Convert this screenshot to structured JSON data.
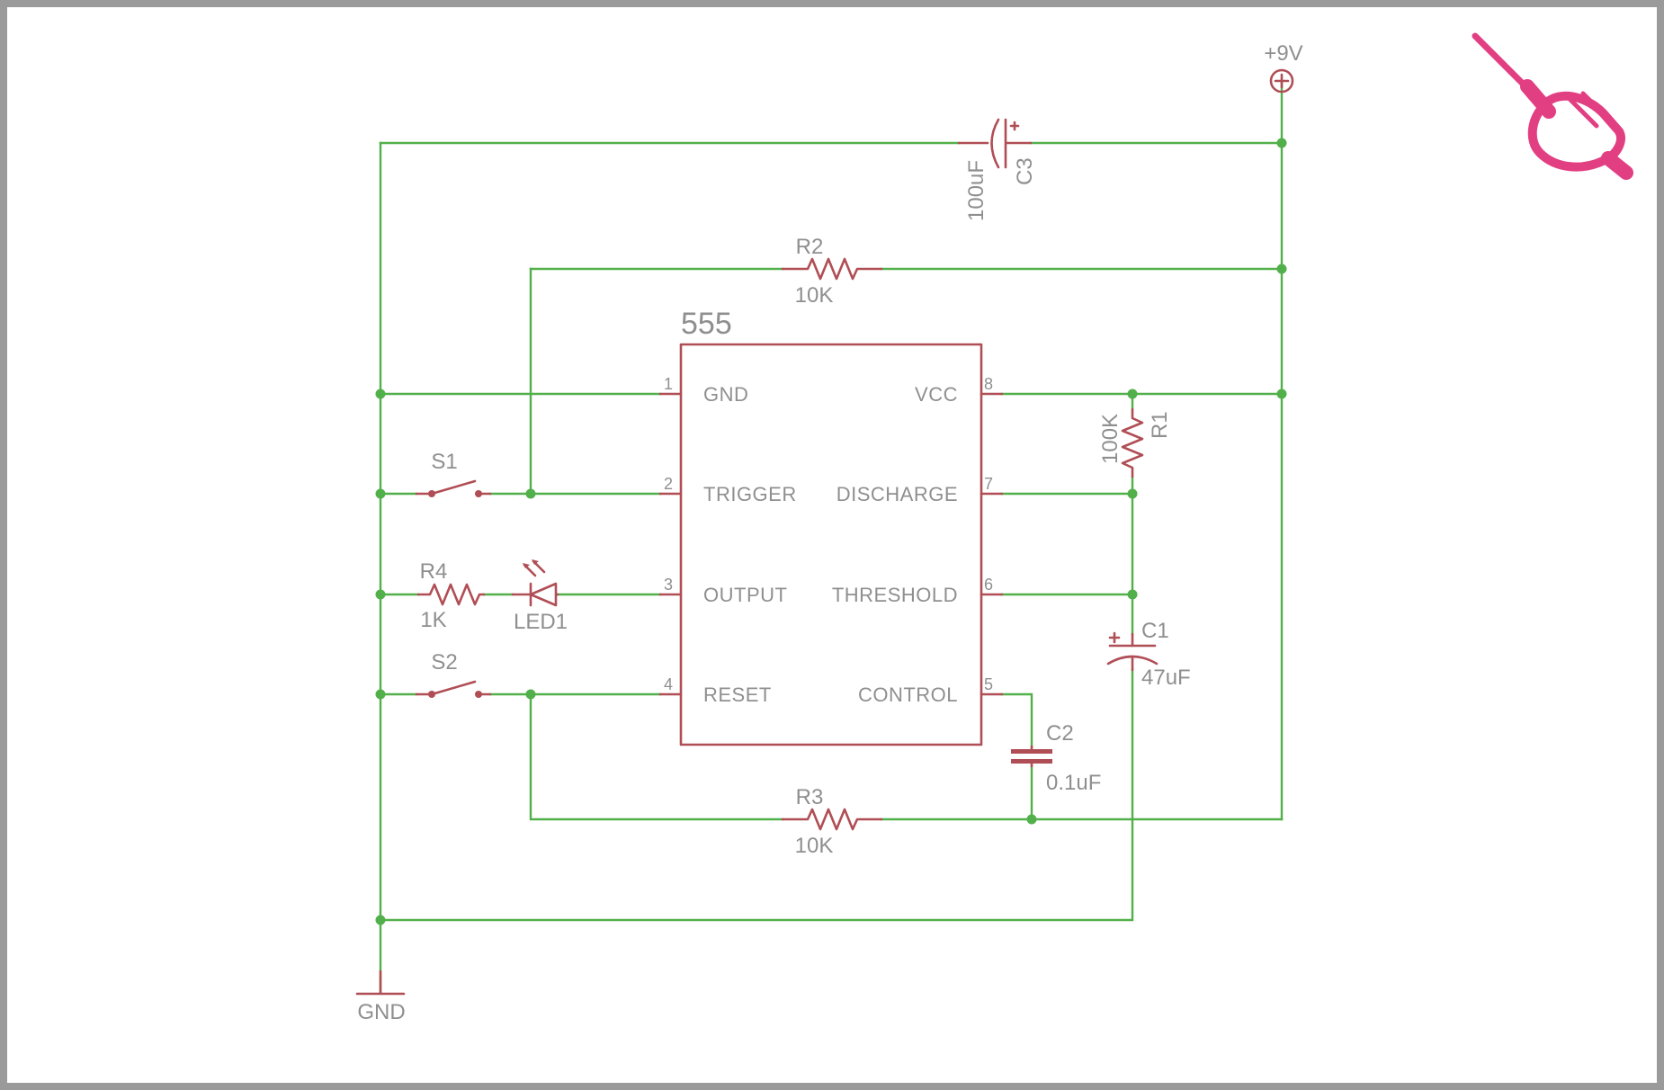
{
  "schematic": {
    "ic": {
      "name": "555",
      "pins": [
        {
          "num": "1",
          "name": "GND"
        },
        {
          "num": "2",
          "name": "TRIGGER"
        },
        {
          "num": "3",
          "name": "OUTPUT"
        },
        {
          "num": "4",
          "name": "RESET"
        },
        {
          "num": "8",
          "name": "VCC"
        },
        {
          "num": "7",
          "name": "DISCHARGE"
        },
        {
          "num": "6",
          "name": "THRESHOLD"
        },
        {
          "num": "5",
          "name": "CONTROL"
        }
      ]
    },
    "supply": {
      "label": "+9V"
    },
    "ground": {
      "label": "GND"
    },
    "components": {
      "C3": {
        "ref": "C3",
        "value": "100uF",
        "polarity": "+"
      },
      "R2": {
        "ref": "R2",
        "value": "10K"
      },
      "R1": {
        "ref": "R1",
        "value": "100K"
      },
      "S1": {
        "ref": "S1"
      },
      "R4": {
        "ref": "R4",
        "value": "1K"
      },
      "LED1": {
        "ref": "LED1"
      },
      "S2": {
        "ref": "S2"
      },
      "C1": {
        "ref": "C1",
        "value": "47uF",
        "polarity": "+"
      },
      "C2": {
        "ref": "C2",
        "value": "0.1uF"
      },
      "R3": {
        "ref": "R3",
        "value": "10K"
      }
    },
    "colors": {
      "wire": "#52b04a",
      "part": "#b04e55",
      "text": "#8f8f8f",
      "frame": "#9a9a9a",
      "logo": "#e23f83"
    },
    "logo_icon": "screwdriver-hand-icon"
  }
}
